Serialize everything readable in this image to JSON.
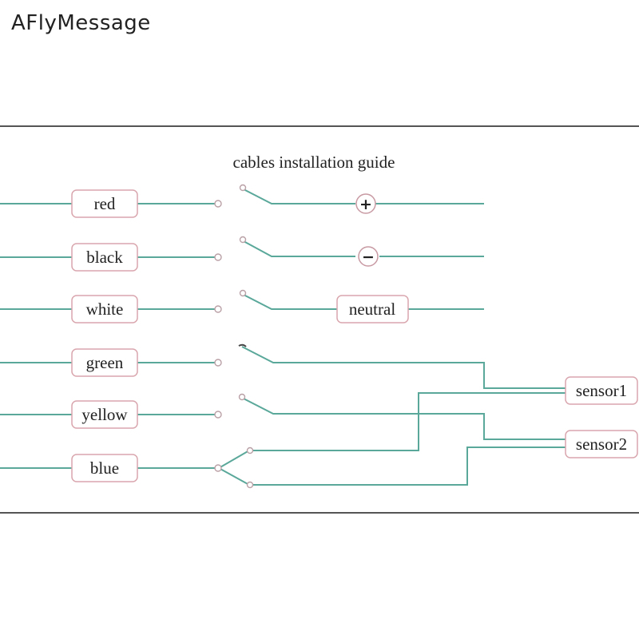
{
  "watermark": "AFlyMessage",
  "diagram": {
    "title": "cables installation guide",
    "wires": [
      "red",
      "black",
      "white",
      "green",
      "yellow",
      "blue"
    ],
    "terminals": {
      "plus": "+",
      "minus": "−",
      "neutral": "neutral",
      "sensor1": "sensor1",
      "sensor2": "sensor2"
    },
    "colors": {
      "line": "#5aa89a",
      "box_border": "#d9a6ae",
      "node": "#b9a0a6"
    }
  }
}
